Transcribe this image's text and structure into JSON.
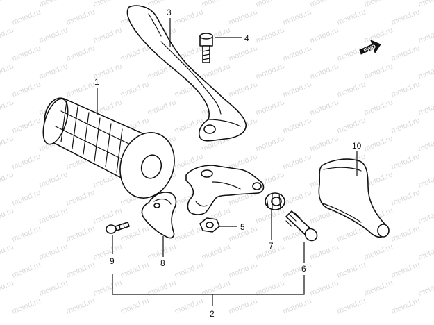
{
  "watermark": "motod.ru",
  "direction_badge": "FWD",
  "callouts": [
    {
      "id": "grip",
      "number": "1"
    },
    {
      "id": "assembly",
      "number": "2"
    },
    {
      "id": "lever",
      "number": "3"
    },
    {
      "id": "pivot-bolt",
      "number": "4"
    },
    {
      "id": "nut",
      "number": "5"
    },
    {
      "id": "adjuster-bolt",
      "number": "6"
    },
    {
      "id": "adjuster-nut",
      "number": "7"
    },
    {
      "id": "clamp",
      "number": "8"
    },
    {
      "id": "screw",
      "number": "9"
    },
    {
      "id": "boot",
      "number": "10"
    }
  ]
}
